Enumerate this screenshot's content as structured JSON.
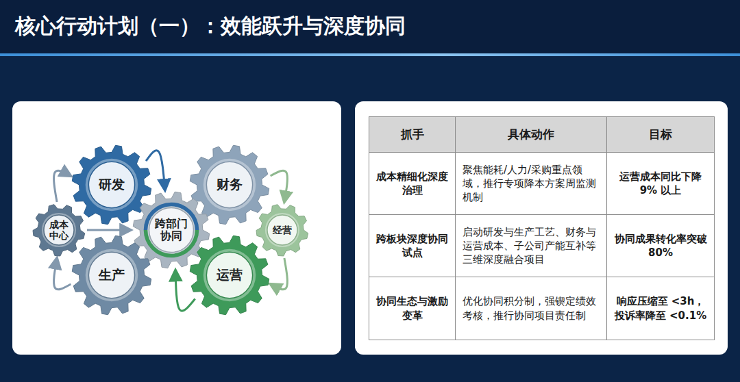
{
  "diagram": {
    "title": "核心行动计划（一）：效能跃升与深度协同",
    "nodes": [
      {
        "text": [
          "研发"
        ]
      },
      {
        "text": [
          "财务"
        ]
      },
      {
        "text": [
          "成本中心"
        ]
      },
      {
        "text": [
          "跨部门协同"
        ]
      },
      {
        "text": [
          "经营"
        ]
      },
      {
        "text": [
          "生产"
        ]
      },
      {
        "text": [
          "运营"
        ]
      }
    ],
    "edges": [
      {
        "from": 2,
        "to": 0,
        "arrow": "to"
      },
      {
        "from": 5,
        "to": 2,
        "arrow": "to"
      },
      {
        "from": 0,
        "to": 3,
        "arrow": "to"
      },
      {
        "from": 2,
        "to": 3,
        "arrow": "to"
      },
      {
        "from": 1,
        "to": 4,
        "arrow": "to"
      },
      {
        "from": 4,
        "to": 6,
        "arrow": "to"
      },
      {
        "from": 6,
        "to": 3,
        "arrow": "to"
      }
    ],
    "labels": [
      "抓手",
      "具体动作",
      "目标",
      "成本精细化深度治理",
      "聚焦能耗/人力/采购重点领域，推行专项降本方案周监测机制",
      "运营成本同比下降 9% 以上",
      "跨板块深度协同试点",
      "启动研发与生产工艺、财务与运营成本、子公司产能互补等三维深度融合项目",
      "协同成果转化率突破 80%",
      "协同生态与激励变革",
      "优化协同积分制，强锲定绩效考核，推行协同项目责任制",
      "响应压缩至 <3h，投诉率降至 <0.1%"
    ]
  }
}
